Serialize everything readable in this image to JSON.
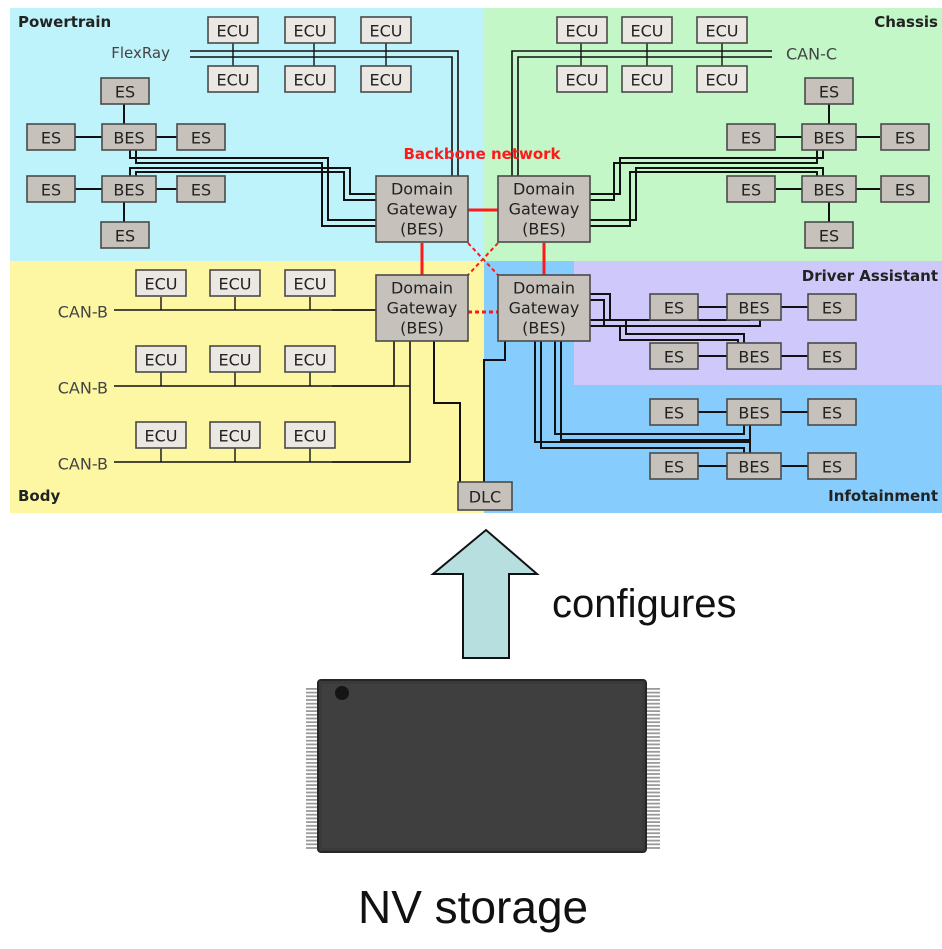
{
  "regions": {
    "powertrain": "Powertrain",
    "chassis": "Chassis",
    "body": "Body",
    "driver_assistant": "Driver Assistant",
    "infotainment": "Infotainment"
  },
  "buses": {
    "flexray": "FlexRay",
    "can_c": "CAN-C",
    "can_b": "CAN-B"
  },
  "backbone_label": "Backbone network",
  "nodes": {
    "ecu": "ECU",
    "es": "ES",
    "bes": "BES",
    "dlc": "DLC",
    "gateway": [
      "Domain",
      "Gateway",
      "(BES)"
    ]
  },
  "colors": {
    "powertrain_bg": "#bff3fb",
    "chassis_bg": "#c3f7c8",
    "body_bg": "#fdf7a4",
    "driver_assistant_bg": "#cfc9fb",
    "infotainment_bg": "#86cdfd",
    "backbone": "#ff1a1a",
    "arrow_fill": "#b7dfe0"
  },
  "arrow_label": "configures",
  "storage_label": "NV storage"
}
